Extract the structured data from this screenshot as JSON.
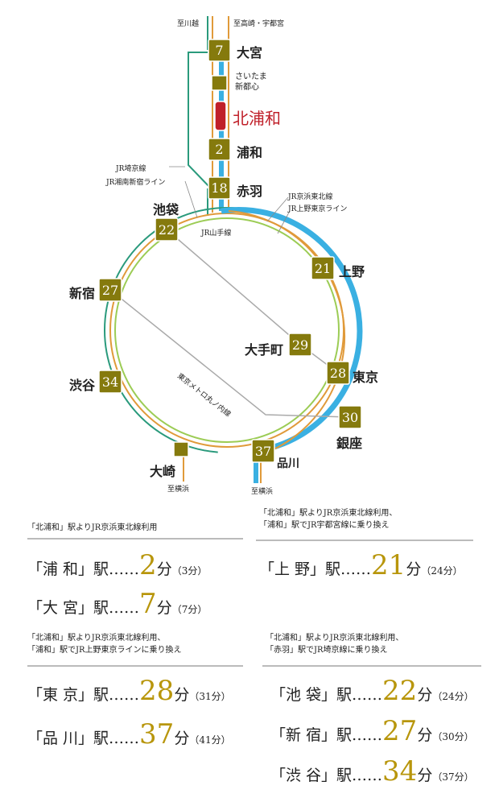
{
  "colors": {
    "station": "#857a0d",
    "highlight": "#c0202a",
    "keihin": "#3ab0e2",
    "utsunomiya": "#e09a3a",
    "saikyo": "#2a9a7c",
    "yamanote": "#9ccc55",
    "marunouchi": "#aaaaaa",
    "gold": "#b8960c"
  },
  "map": {
    "dest_kawagoe": "至川越",
    "dest_takasaki": "至高崎・宇都宮",
    "dest_yokohama1": "至横浜",
    "dest_yokohama2": "至横浜",
    "line_saikyo": "JR埼京線",
    "line_shonan": "JR湘南新宿ライン",
    "line_keihin": "JR京浜東北線",
    "line_ueno_tokyo": "JR上野東京ライン",
    "line_yamanote": "JR山手線",
    "line_marunouchi": "東京メトロ丸ノ内線",
    "stations": {
      "omiya": {
        "name": "大宮",
        "min": "7"
      },
      "saitama": {
        "name": "さいたま\n新都心"
      },
      "kitaurawa": {
        "name": "北浦和"
      },
      "urawa": {
        "name": "浦和",
        "min": "2"
      },
      "akabane": {
        "name": "赤羽",
        "min": "18"
      },
      "ikebukuro": {
        "name": "池袋",
        "min": "22"
      },
      "shinjuku": {
        "name": "新宿",
        "min": "27"
      },
      "shibuya": {
        "name": "渋谷",
        "min": "34"
      },
      "osaki": {
        "name": "大崎"
      },
      "shinagawa": {
        "name": "品川",
        "min": "37"
      },
      "ginza": {
        "name": "銀座",
        "min": "30"
      },
      "tokyo": {
        "name": "東京",
        "min": "28"
      },
      "otemachi": {
        "name": "大手町",
        "min": "29"
      },
      "ueno": {
        "name": "上野",
        "min": "21"
      }
    }
  },
  "groups": [
    {
      "note": [
        "「北浦和」駅よりJR京浜東北線利用"
      ],
      "rows": [
        {
          "st": "「浦 和」駅……",
          "min": "2",
          "unit": "分",
          "alt": "（3分）"
        },
        {
          "st": "「大 宮」駅……",
          "min": "7",
          "unit": "分",
          "alt": "（7分）"
        }
      ]
    },
    {
      "note": [
        "「北浦和」駅よりJR京浜東北線利用、",
        "「浦和」駅でJR宇都宮線に乗り換え"
      ],
      "rows": [
        {
          "st": "「上 野」駅……",
          "min": "21",
          "unit": "分",
          "alt": "（24分）"
        }
      ]
    },
    {
      "note": [
        "「北浦和」駅よりJR京浜東北線利用、",
        "「浦和」駅でJR上野東京ラインに乗り換え"
      ],
      "rows": [
        {
          "st": "「東 京」駅……",
          "min": "28",
          "unit": "分",
          "alt": "（31分）"
        },
        {
          "st": "「品 川」駅……",
          "min": "37",
          "unit": "分",
          "alt": "（41分）"
        }
      ]
    },
    {
      "note": [
        "「北浦和」駅よりJR京浜東北線利用、",
        "「赤羽」駅でJR埼京線に乗り換え"
      ],
      "rows": [
        {
          "st": "「池 袋」駅……",
          "min": "22",
          "unit": "分",
          "alt": "（24分）"
        },
        {
          "st": "「新 宿」駅……",
          "min": "27",
          "unit": "分",
          "alt": "（30分）"
        },
        {
          "st": "「渋 谷」駅……",
          "min": "34",
          "unit": "分",
          "alt": "（37分）"
        }
      ]
    }
  ]
}
